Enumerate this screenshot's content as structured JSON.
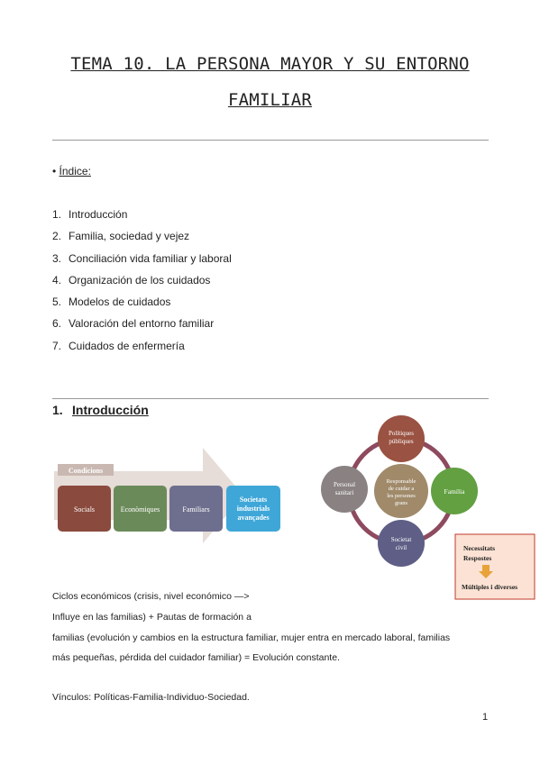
{
  "title": {
    "line1": "TEMA 10. LA PERSONA MAYOR Y SU ENTORNO",
    "line2": "FAMILIAR"
  },
  "indice": {
    "bullet": "•",
    "label": "Índice:"
  },
  "toc": [
    {
      "num": "1.",
      "label": "Introducción"
    },
    {
      "num": "2.",
      "label": "Familia, sociedad y vejez"
    },
    {
      "num": "3.",
      "label": "Conciliación vida familiar y laboral"
    },
    {
      "num": "4.",
      "label": "Organización de los cuidados"
    },
    {
      "num": "5.",
      "label": "Modelos de cuidados"
    },
    {
      "num": "6.",
      "label": "Valoración del entorno familiar"
    },
    {
      "num": "7.",
      "label": "Cuidados de enfermería"
    }
  ],
  "section1": {
    "num": "1.",
    "title": "Introducción"
  },
  "diagram_left": {
    "header": "Condicions",
    "boxes": [
      {
        "label": "Socials",
        "color": "#8a4a3d"
      },
      {
        "label": "Econòmiques",
        "color": "#6b8a5a"
      },
      {
        "label": "Familiars",
        "color": "#6e6e8e"
      },
      {
        "label_line1": "Societats",
        "label_line2": "industrials",
        "label_line3": "avançades",
        "color": "#3fa7d8"
      }
    ]
  },
  "diagram_right": {
    "center_line1": "Responsable",
    "center_line2": "de cuidar a",
    "center_line3": "les persones",
    "center_line4": "grans",
    "top_line1": "Polítiques",
    "top_line2": "públiques",
    "right": "Família",
    "bottom_line1": "Societat",
    "bottom_line2": "civil",
    "left_line1": "Personal",
    "left_line2": "sanitari",
    "box_line1": "Necessitats",
    "box_line2": "Respostes",
    "box_line3": "Múltiples i diverses"
  },
  "body": {
    "line1": "Ciclos económicos (crisis, nivel económico —>",
    "line2": "Influye en las familias) + Pautas de formación a",
    "line3": "familias (evolución y cambios en la estructura familiar, mujer entra en mercado laboral, familias",
    "line4": "más pequeñas, pérdida del cuidador familiar) = Evolución constante.",
    "line5": "Vínculos: Políticas-Familia-Individuo-Sociedad."
  },
  "page_number": "1"
}
